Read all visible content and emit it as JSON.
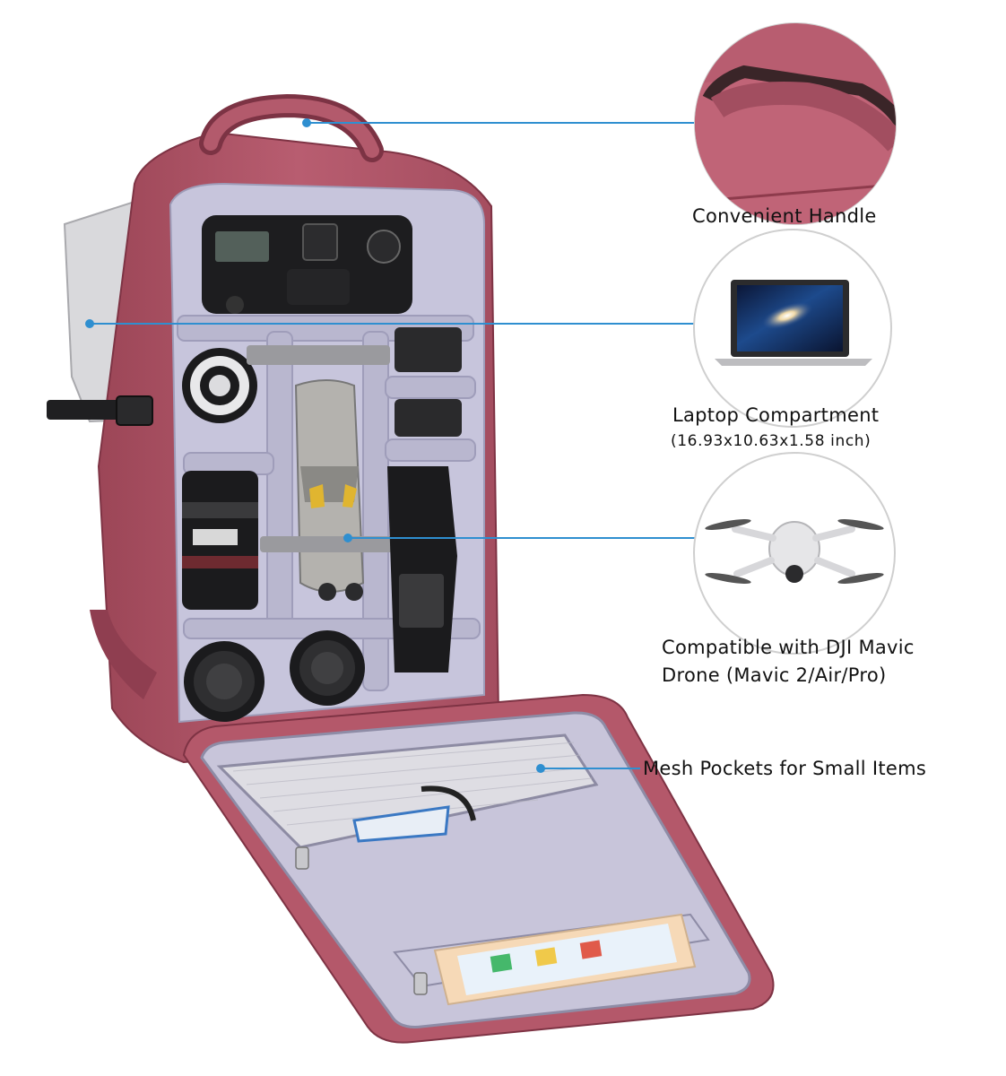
{
  "colors": {
    "bag_shell": "#b4586a",
    "bag_shell_dark": "#8f3e50",
    "lining": "#c7c5dc",
    "lining_shadow": "#a9a7c2",
    "divider": "#b9b7cf",
    "callout_line": "#2f8fd0",
    "strap": "#222222",
    "mesh": "#d9d9de",
    "gear_black": "#1d1d1f"
  },
  "features": {
    "handle": {
      "label": "Convenient Handle"
    },
    "laptop": {
      "label": "Laptop Compartment",
      "size": "(16.93x10.63x1.58 inch)"
    },
    "drone": {
      "line1": "Compatible with DJI Mavic",
      "line2": "Drone (Mavic 2/Air/Pro)"
    },
    "mesh": {
      "label": "Mesh Pockets for Small Items"
    }
  }
}
